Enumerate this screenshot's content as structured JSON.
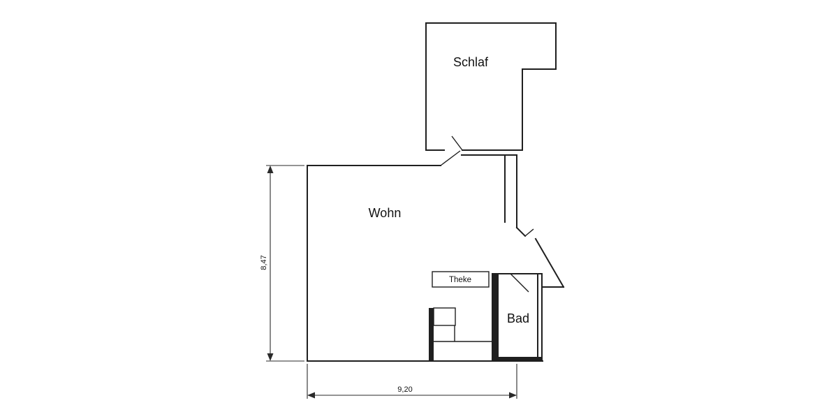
{
  "plan": {
    "type": "floor-plan",
    "background_color": "#ffffff",
    "wall_color": "#1f1f1f",
    "rooms": [
      {
        "id": "schlaf",
        "label": "Schlaf"
      },
      {
        "id": "wohn",
        "label": "Wohn"
      },
      {
        "id": "bad",
        "label": "Bad"
      },
      {
        "id": "theke",
        "label": "Theke"
      }
    ],
    "dimensions": {
      "vertical": {
        "value": "8,47"
      },
      "horizontal": {
        "value": "9,20"
      }
    }
  }
}
